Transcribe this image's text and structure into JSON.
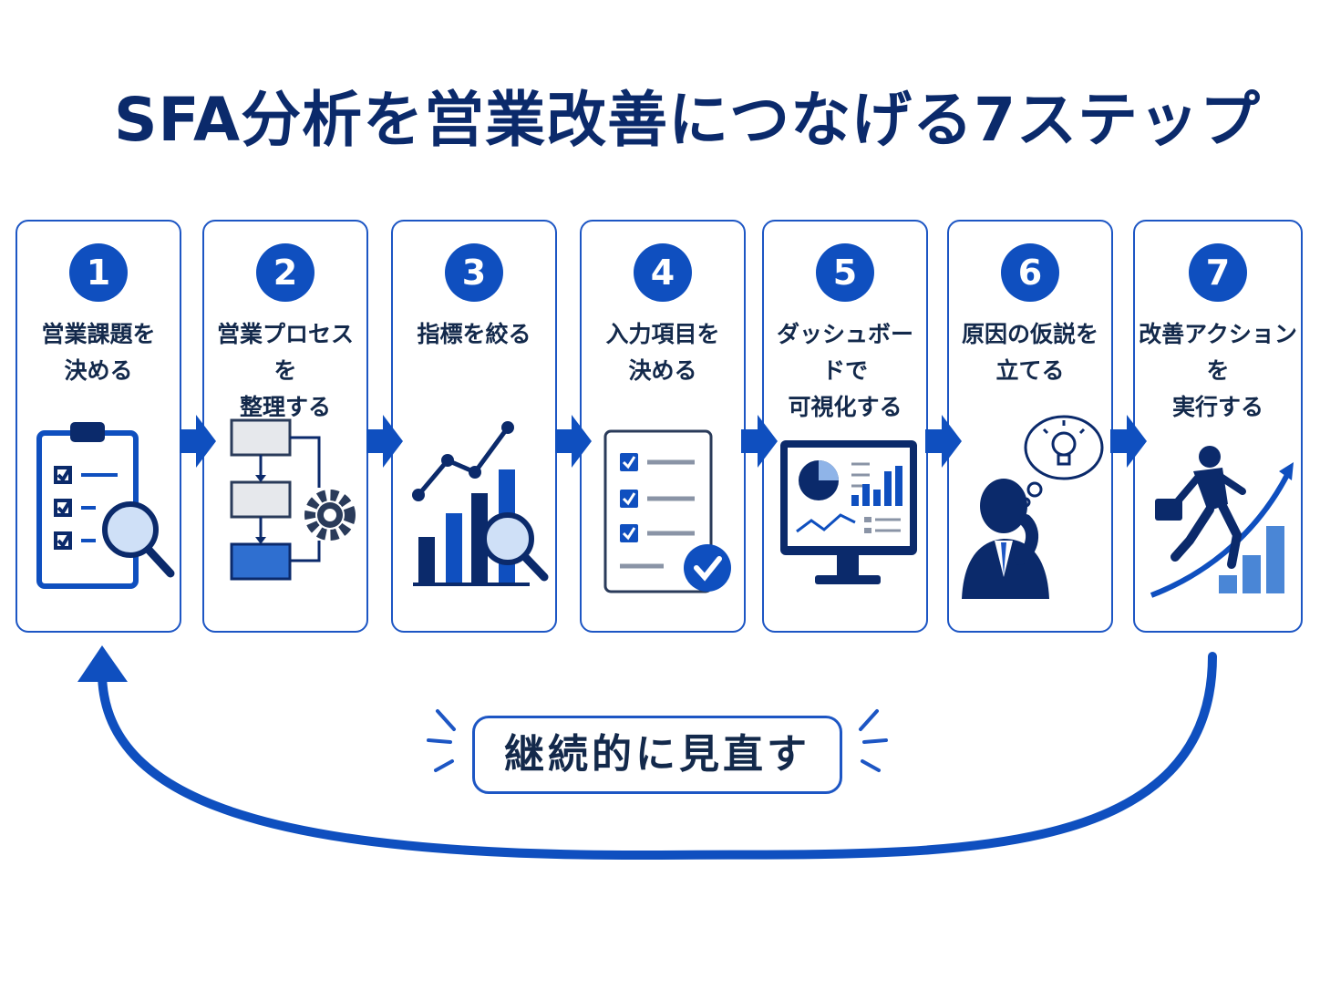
{
  "title": "SFA分析を営業改善につなげる7ステップ",
  "steps": [
    {
      "number": "1",
      "label": "営業課題を\n決める",
      "icon": "clipboard-magnifier-icon"
    },
    {
      "number": "2",
      "label": "営業プロセスを\n整理する",
      "icon": "flowchart-gear-icon"
    },
    {
      "number": "3",
      "label": "指標を絞る",
      "icon": "chart-magnifier-icon"
    },
    {
      "number": "4",
      "label": "入力項目を\n決める",
      "icon": "checklist-icon"
    },
    {
      "number": "5",
      "label": "ダッシュボードで\n可視化する",
      "icon": "dashboard-monitor-icon"
    },
    {
      "number": "6",
      "label": "原因の仮説を\n立てる",
      "icon": "thinking-person-icon"
    },
    {
      "number": "7",
      "label": "改善アクションを\n実行する",
      "icon": "running-businessman-icon"
    }
  ],
  "loop": {
    "label": "継続的に見直す"
  },
  "colors": {
    "primary": "#0f4fbf",
    "dark": "#0b2a6b",
    "text": "#13294b",
    "light": "#8fb4e8"
  }
}
